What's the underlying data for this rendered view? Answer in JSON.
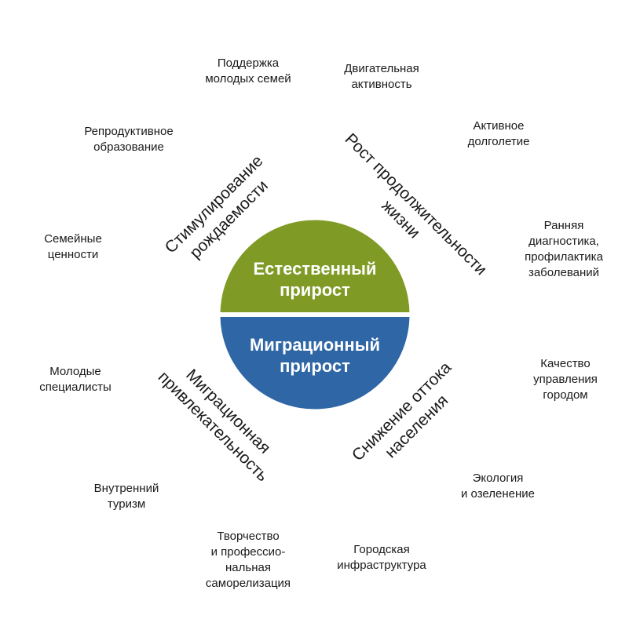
{
  "colors": {
    "natural_outer_dark": "#9ab83a",
    "natural_outer_light": "#d9e39c",
    "natural_middle_light": "#dfe6a6",
    "natural_middle_dark": "#9ab83a",
    "natural_center": "#7f9b26",
    "migration_outer_light": "#c6dcf0",
    "migration_outer_dark": "#6a9fd2",
    "migration_middle_dark": "#6a9fd2",
    "migration_middle_light": "#c6dcf0",
    "migration_center": "#2f66a6",
    "separator": "#ffffff"
  },
  "center": {
    "top": [
      "Естественный",
      "прирост"
    ],
    "bottom": [
      "Миграционный",
      "прирост"
    ]
  },
  "middle": {
    "top_left": [
      "Стимулирование",
      "рождаемости"
    ],
    "top_right": [
      "Рост продолжительности",
      "жизни"
    ],
    "bottom_left": [
      "Миграционная",
      "привлекательность"
    ],
    "bottom_right": [
      "Снижение оттока",
      "населения"
    ]
  },
  "outer": {
    "top_left": [
      [
        "Семейные",
        "ценности"
      ],
      [
        "Репродуктивное",
        "образование"
      ],
      [
        "Поддержка",
        "молодых семей"
      ]
    ],
    "top_right": [
      [
        "Двигательная",
        "активность"
      ],
      [
        "Активное",
        "долголетие"
      ],
      [
        "Ранняя",
        "диагностика,",
        "профилактика",
        "заболеваний"
      ]
    ],
    "bottom_left": [
      [
        "Молодые",
        "специалисты"
      ],
      [
        "Внутренний",
        "туризм"
      ],
      [
        "Творчество",
        "и профессио-",
        "нальная",
        "саморелизация"
      ]
    ],
    "bottom_right": [
      [
        "Качество",
        "управления",
        "городом"
      ],
      [
        "Экология",
        "и озеленение"
      ],
      [
        "Городская",
        "инфраструктура"
      ]
    ]
  }
}
